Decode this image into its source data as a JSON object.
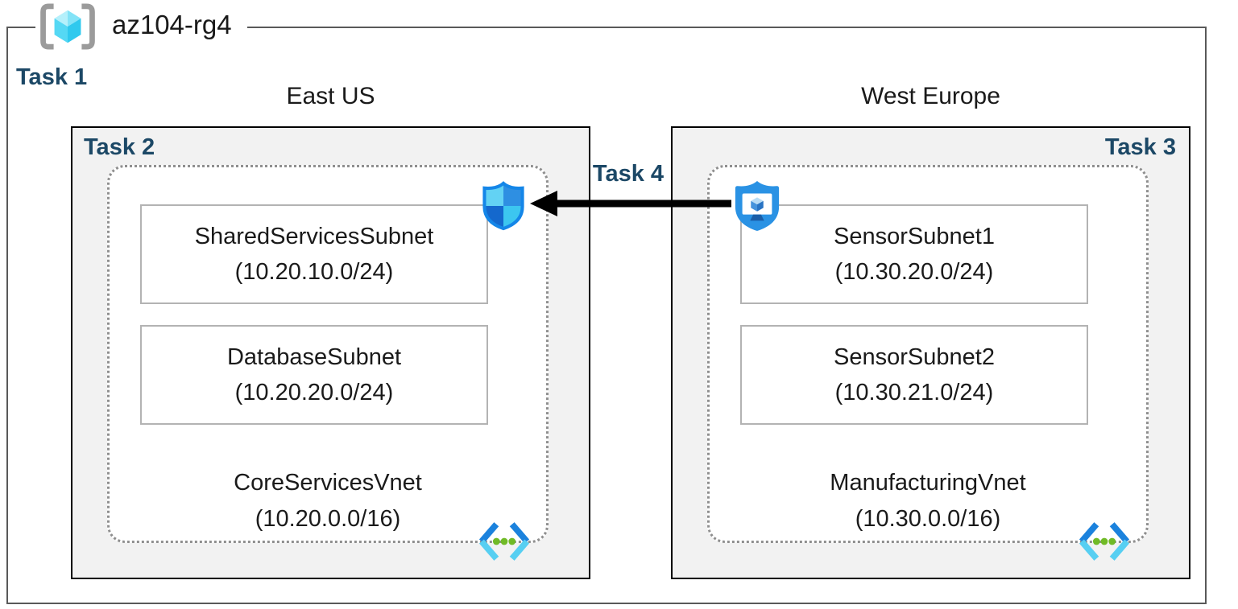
{
  "resource_group": {
    "name": "az104-rg4",
    "task_label": "Task 1",
    "icon": "resource-group-icon"
  },
  "arrow": {
    "label": "Task 4",
    "direction": "right-to-left",
    "from_icon": "bastion-icon",
    "to_icon": "network-security-group-icon",
    "color": "#000000"
  },
  "regions": [
    {
      "label": "East US",
      "task_label": "Task 2",
      "security_icon": "network-security-group-icon",
      "vnet": {
        "name": "CoreServicesVnet",
        "cidr": "(10.20.0.0/16)",
        "icon": "virtual-network-icon"
      },
      "subnets": [
        {
          "name": "SharedServicesSubnet",
          "cidr": "(10.20.10.0/24)"
        },
        {
          "name": "DatabaseSubnet",
          "cidr": "(10.20.20.0/24)"
        }
      ]
    },
    {
      "label": "West Europe",
      "task_label": "Task 3",
      "security_icon": "bastion-icon",
      "vnet": {
        "name": "ManufacturingVnet",
        "cidr": "(10.30.0.0/16)",
        "icon": "virtual-network-icon"
      },
      "subnets": [
        {
          "name": "SensorSubnet1",
          "cidr": "(10.30.20.0/24)"
        },
        {
          "name": "SensorSubnet2",
          "cidr": "(10.30.21.0/24)"
        }
      ]
    }
  ],
  "colors": {
    "task_label_navy": "#1c4866",
    "region_box_fill": "#f2f2f2",
    "region_box_border": "#000000",
    "rg_border_gray": "#595959",
    "dotted_border_gray": "#8f8f8f",
    "subnet_border_gray": "#b3b3b3",
    "vnet_icon_blue": "#1b82dd",
    "vnet_icon_cyan": "#57cff2",
    "vnet_icon_green": "#70ba26",
    "bastion_blue": "#2a92e4"
  }
}
